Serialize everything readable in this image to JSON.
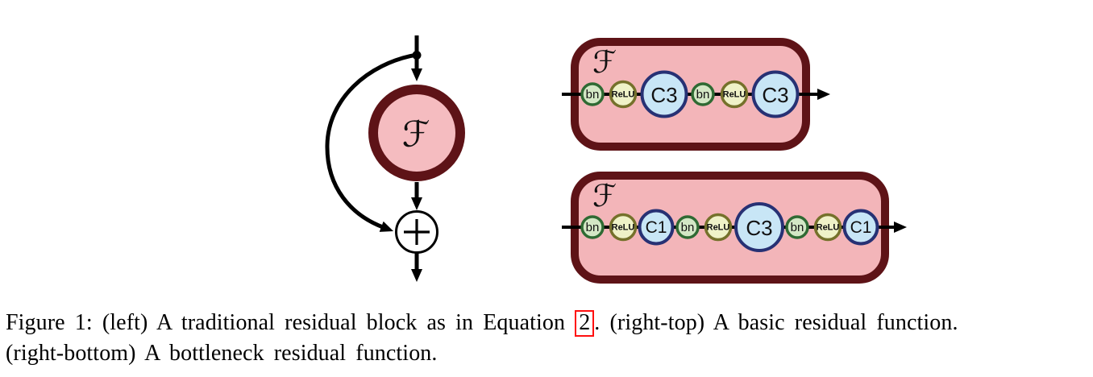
{
  "figure": {
    "left_block": {
      "function_label": "ℱ"
    },
    "right_top_block": {
      "function_label": "ℱ",
      "nodes": [
        {
          "type": "bn",
          "label": "bn"
        },
        {
          "type": "relu",
          "label": "ReLU"
        },
        {
          "type": "conv",
          "label": "C3"
        },
        {
          "type": "bn",
          "label": "bn"
        },
        {
          "type": "relu",
          "label": "ReLU"
        },
        {
          "type": "conv",
          "label": "C3"
        }
      ]
    },
    "right_bottom_block": {
      "function_label": "ℱ",
      "nodes": [
        {
          "type": "bn",
          "label": "bn"
        },
        {
          "type": "relu",
          "label": "ReLU"
        },
        {
          "type": "conv",
          "label": "C1"
        },
        {
          "type": "bn",
          "label": "bn"
        },
        {
          "type": "relu",
          "label": "ReLU"
        },
        {
          "type": "conv",
          "label": "C3"
        },
        {
          "type": "bn",
          "label": "bn"
        },
        {
          "type": "relu",
          "label": "ReLU"
        },
        {
          "type": "conv",
          "label": "C1"
        }
      ]
    },
    "icons": {
      "addition": "plus-in-circle",
      "flow": "arrow",
      "branch": "filled-dot"
    },
    "colors": {
      "block_fill": "#f3b5b9",
      "block_border": "#5e1317",
      "bn_fill": "#d3e7c5",
      "bn_border": "#2f6a33",
      "relu_fill": "#eff2c8",
      "relu_border": "#75712b",
      "conv_fill": "#c8e6f6",
      "conv_border": "#273174",
      "line": "#000000",
      "addition_fill": "#ffffff",
      "equation_link_box": "#ff0f0f"
    }
  },
  "caption": {
    "line1_pre": "Figure 1: (left) A traditional residual block as in Equation ",
    "equation_link": "2",
    "line1_post": ". (right-top) A basic residual function.",
    "line2": "(right-bottom) A bottleneck residual function."
  }
}
